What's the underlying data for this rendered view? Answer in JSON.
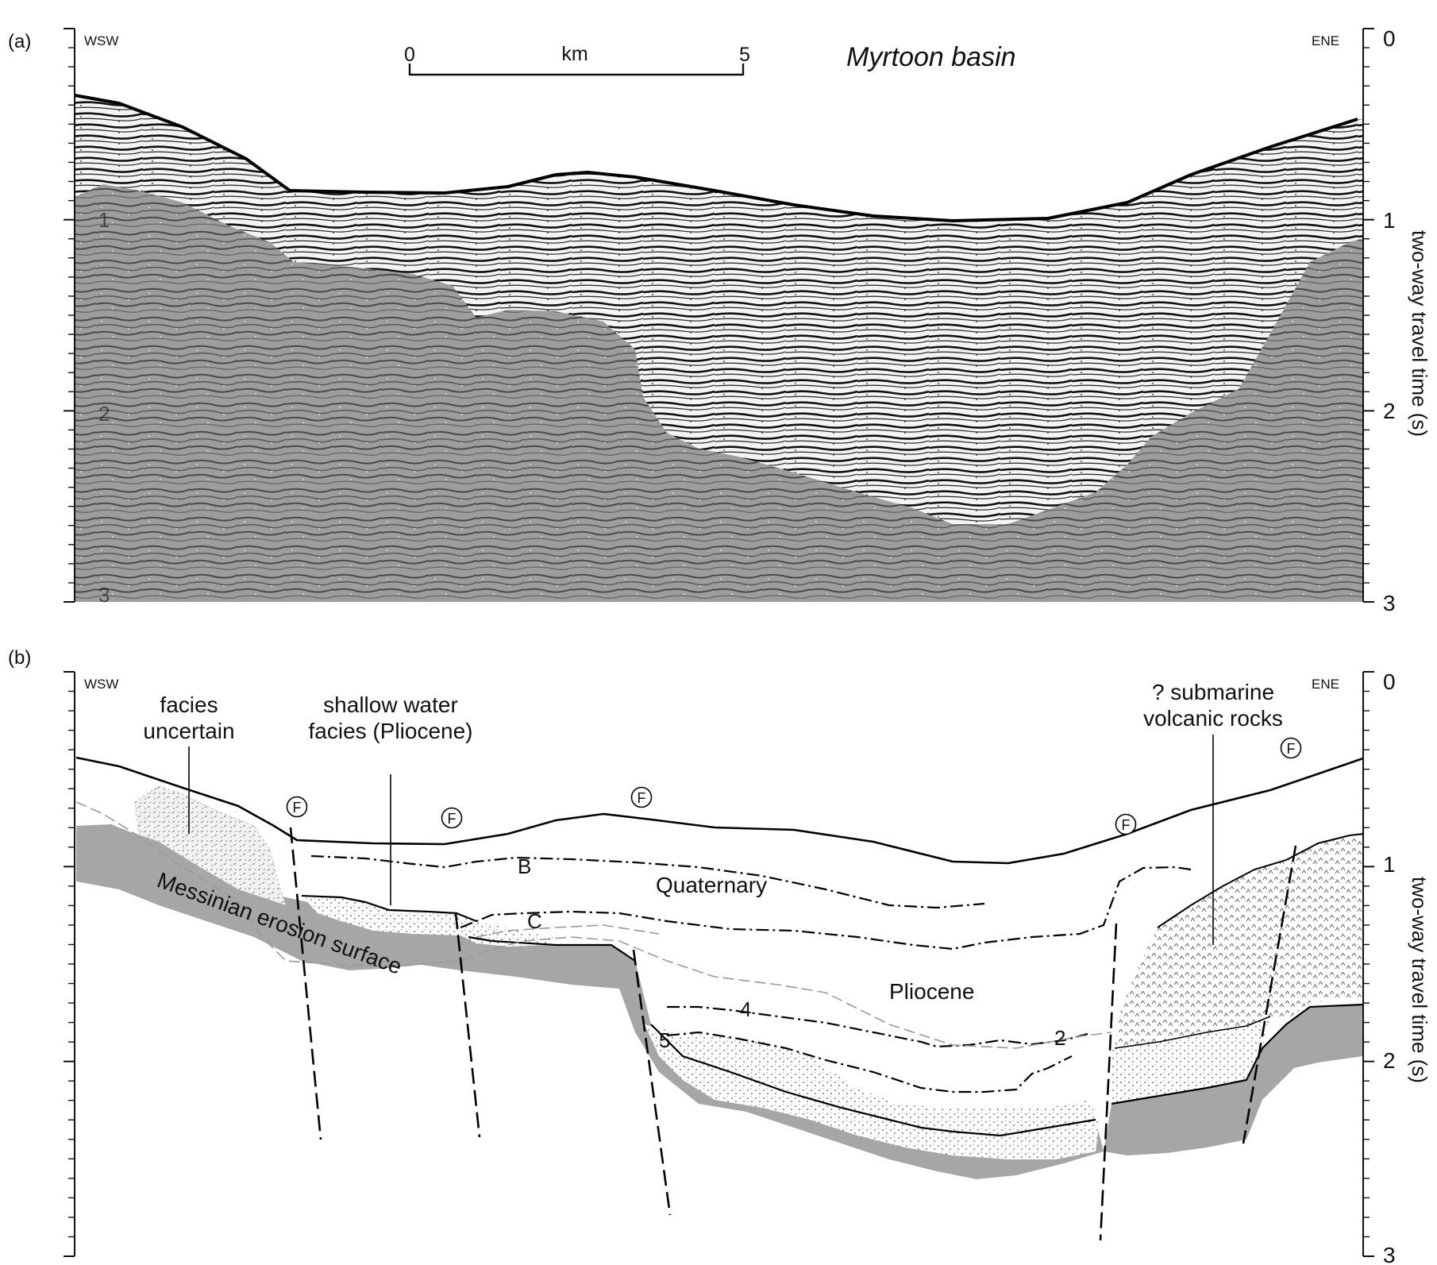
{
  "panel_a": {
    "label": "(a)",
    "dir_left": "WSW",
    "dir_right": "ENE",
    "title": "Myrtoon basin",
    "scale_start": "0",
    "scale_end": "5",
    "scale_unit": "km",
    "axis_label": "two-way travel time (s)",
    "ticks": [
      "0",
      "1",
      "2",
      "3"
    ],
    "faint_section_marks": [
      "1",
      "2",
      "3"
    ]
  },
  "panel_b": {
    "label": "(b)",
    "dir_left": "WSW",
    "dir_right": "ENE",
    "axis_label": "two-way travel time (s)",
    "ticks": [
      "0",
      "1",
      "2",
      "3"
    ],
    "annotations": {
      "facies_uncertain_1": "facies",
      "facies_uncertain_2": "uncertain",
      "shallow_water_1": "shallow water",
      "shallow_water_2": "facies (Pliocene)",
      "volcanic_1": "? submarine",
      "volcanic_2": "volcanic rocks",
      "messinian": "Messinian erosion surface",
      "quaternary": "Quaternary",
      "pliocene": "Pliocene",
      "horizon_b": "B",
      "horizon_c": "C",
      "horizon_2": "2",
      "horizon_4": "4",
      "horizon_5": "5",
      "fault_symbol": "F"
    }
  },
  "colors": {
    "gray_fill": "#a6a6a6",
    "seismic_bg": "#9b9b9b",
    "ink": "#111111"
  }
}
